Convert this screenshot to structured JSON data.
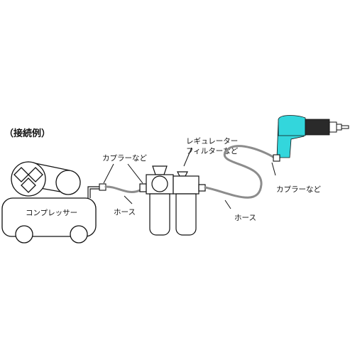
{
  "title": "（接続例）",
  "labels": {
    "coupler_left": "カプラーなど",
    "hose_left": "ホース",
    "compressor": "コンプレッサー",
    "regulator_line1": "レギュレーター",
    "regulator_line2": "フィルターなど",
    "hose_right": "ホース",
    "coupler_right": "カプラーなど"
  },
  "colors": {
    "tool_body": "#33d6dc",
    "tool_nose": "#2a2a2a",
    "hose": "#8c8c8c",
    "outline": "#111111"
  }
}
